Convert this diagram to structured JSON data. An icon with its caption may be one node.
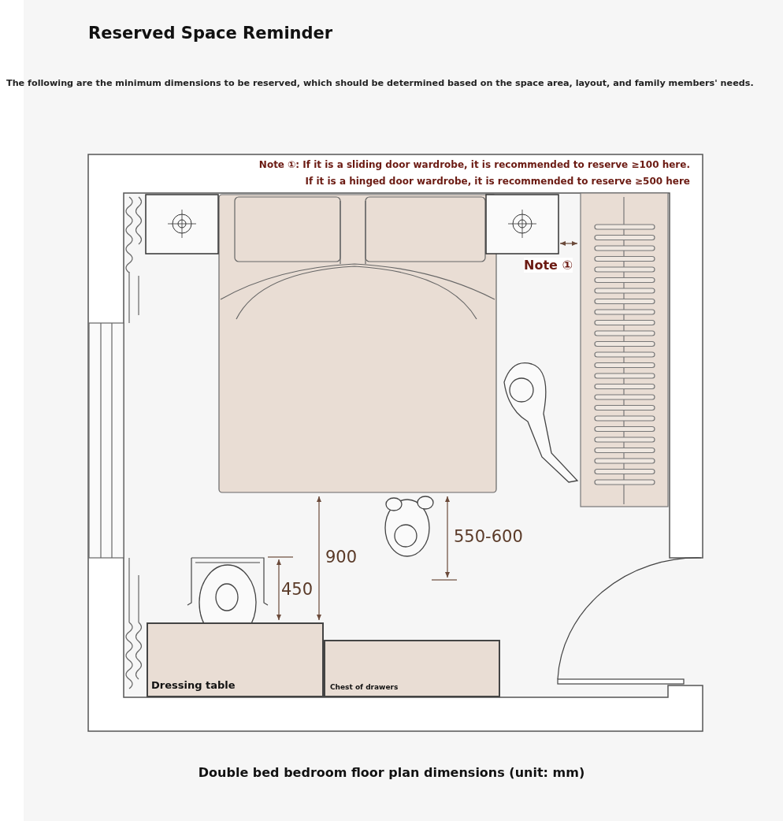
{
  "diagram": {
    "title": "Reserved Space Reminder",
    "caption": "Double bed bedroom floor plan dimensions (unit: mm)",
    "nodes": [
      {
        "text": [
          "Dressing table"
        ]
      },
      {
        "text": [
          "Chest of drawers"
        ]
      }
    ],
    "labels": [
      "The following are the minimum dimensions to be reserved, which should be determined based on the space area, layout, and family members' needs.",
      "Note ①: If it is a sliding door wardrobe, it is recommended to reserve ≥100 here.",
      "If it is a hinged door wardrobe, it is recommended to reserve ≥500 here",
      "Note ①",
      "900",
      "450",
      "550-600"
    ]
  }
}
